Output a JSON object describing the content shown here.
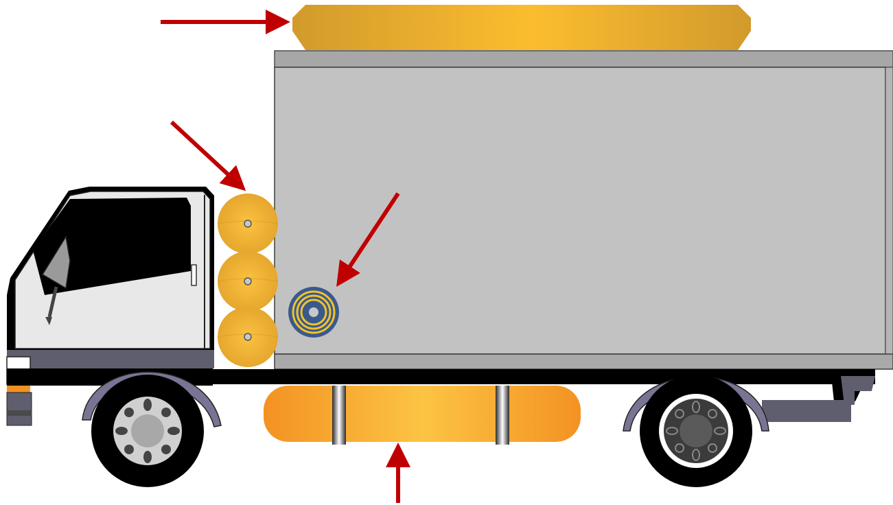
{
  "diagram": {
    "subject": "box-truck",
    "callouts": [
      {
        "id": "roof-tank",
        "target": "roof-mounted-tank"
      },
      {
        "id": "behind-cab-tanks",
        "target": "behind-cab-cylinders"
      },
      {
        "id": "body-side-coil",
        "target": "body-side-fitting"
      },
      {
        "id": "chassis-tank",
        "target": "chassis-mounted-tank"
      }
    ]
  },
  "colors": {
    "arrow": "#c00000",
    "tank_gold": "#d9a12e",
    "tank_gold_light": "#fbbd2f",
    "tank_orange": "#f59a25",
    "tank_orange_light": "#fcc443",
    "box_body": "#c2c2c2",
    "box_roof": "#a9a9a9",
    "cab": "#e8e8e8",
    "chassis": "#000000",
    "bumper": "#5f5e6e",
    "fender": "#7a7494",
    "coil_ring": "#3a5a8c",
    "coil_inner": "#f2c22b"
  },
  "icons": {
    "arrow": "arrow-icon",
    "wheel": "wheel-icon"
  }
}
